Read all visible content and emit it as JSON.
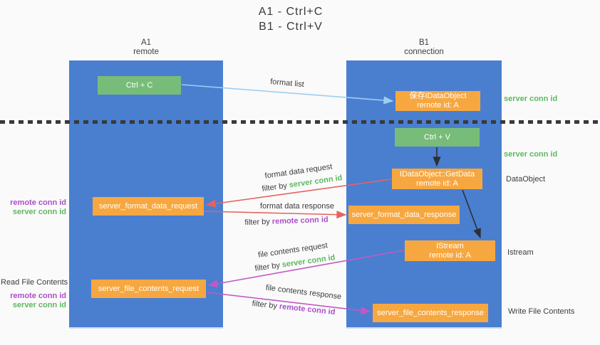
{
  "title": {
    "line1": "A1 - Ctrl+C",
    "line2": "B1 - Ctrl+V"
  },
  "lanes": {
    "left": {
      "id": "A1",
      "name": "remote"
    },
    "right": {
      "id": "B1",
      "name": "connection"
    }
  },
  "nodes": {
    "ctrl_c": {
      "label": "Ctrl + C"
    },
    "ctrl_v": {
      "label": "Ctrl + V"
    },
    "save_dataobject": {
      "line1": "保存IDataObject",
      "line2": "remote id: A"
    },
    "getdata": {
      "line1": "IDataObject::GetData",
      "line2": "remote id: A"
    },
    "istream": {
      "line1": "IStream",
      "line2": "remote id: A"
    },
    "server_format_data_request": {
      "label": "server_format_data_request"
    },
    "server_format_data_response": {
      "label": "server_format_data_response"
    },
    "server_file_contents_request": {
      "label": "server_file_contents_request"
    },
    "server_file_contents_response": {
      "label": "server_file_contents_response"
    }
  },
  "edge_labels": {
    "format_list": "format list",
    "format_data_request": "format data request",
    "format_data_response": "format data response",
    "file_contents_request": "file contents request",
    "file_contents_response": "file contents response",
    "filter_by": "filter by",
    "server_conn_id": "server conn id",
    "remote_conn_id": "remote conn id"
  },
  "annotations": {
    "server_conn_id_top": "server conn id",
    "server_conn_id_mid": "server conn id",
    "dataobject": "DataObject",
    "istream": "Istream",
    "read_file_contents": "Read File Contents",
    "write_file_contents": "Write File Contents",
    "remote_conn_id": "remote conn id",
    "server_conn_id": "server conn id"
  },
  "colors": {
    "lane_blue": "#4a7fd0",
    "node_green": "#77bd79",
    "node_orange": "#f7a73f",
    "arrow_red": "#e56360",
    "arrow_magenta": "#c358c3",
    "arrow_lightblue": "#9ecdef",
    "arrow_black": "#2f2f2f",
    "text_green": "#5fb761",
    "text_purple": "#aa4fc8",
    "text_dark": "#3f3f3f"
  }
}
